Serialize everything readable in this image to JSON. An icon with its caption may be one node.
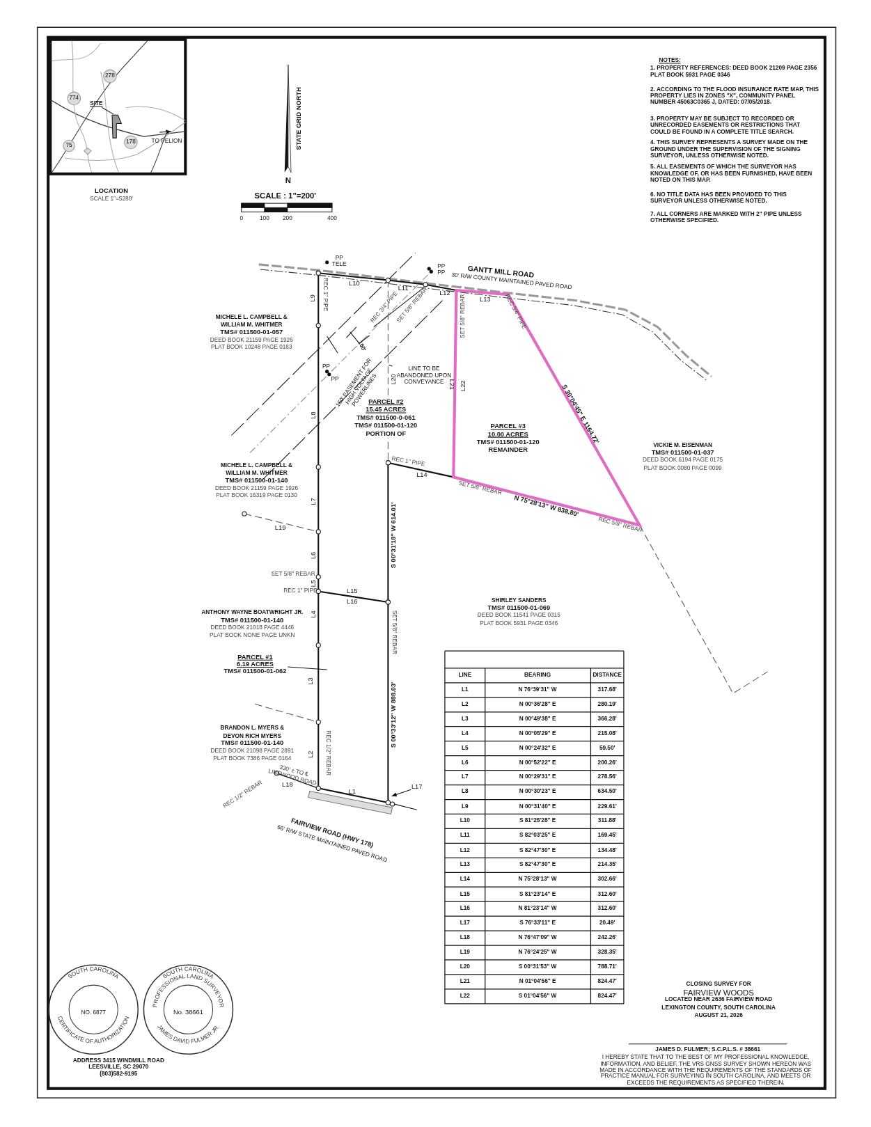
{
  "diagram": {
    "nodes": [
      {
        "text": [
          "PARCEL #1",
          "6.19 ACRES",
          "TMS# 011500-01-062"
        ]
      },
      {
        "text": [
          "SITE"
        ]
      },
      {
        "text": [
          "LINE TO BE ABANDONED UPON CONVEYANCE"
        ]
      },
      {
        "text": [
          "150' EASEMENT FOR HIGH VOLTAGE POWERLINES"
        ]
      },
      {
        "text": [
          "L17"
        ]
      },
      {
        "text": [],
        "shape": "picture"
      }
    ],
    "edges": [
      {
        "from": 0,
        "to": null,
        "arrow": "none"
      },
      {
        "from": 1,
        "to": 5,
        "arrow": "none"
      },
      {
        "from": 2,
        "to": null,
        "arrow": "none"
      },
      {
        "from": 3,
        "to": null,
        "arrow": "none"
      },
      {
        "from": 4,
        "to": null,
        "arrow": "to"
      }
    ],
    "labels": [
      "278",
      "774",
      "75",
      "178",
      "TO PELION",
      "LOCATION",
      "SCALE 1\"=5280'",
      "STATE GRID NORTH",
      "N",
      "SCALE : 1\"=200'",
      "0",
      "100",
      "200",
      "400",
      "NOTES:",
      "1. PROPERTY REFERENCES: DEED BOOK 21209 PAGE 2356 PLAT BOOK 5931 PAGE 0346",
      "2. ACCORDING TO THE FLOOD INSURANCE RATE MAP, THIS PROPERTY LIES IN ZONES \"X\", COMMUNITY PANEL NUMBER 45063C0365 J, DATED: 07/05/2018.",
      "3. PROPERTY MAY BE SUBJECT TO RECORDED OR UNRECORDED EASEMENTS OR RESTRICTIONS THAT COULD BE FOUND IN A COMPLETE TITLE SEARCH.",
      "4. THIS SURVEY REPRESENTS A SURVEY MADE ON THE GROUND UNDER THE SUPERVISION OF THE SIGNING SURVEYOR, UNLESS OTHERWISE NOTED.",
      "5. ALL EASEMENTS OF WHICH THE SURVEYOR HAS KNOWLEDGE OF, OR HAS BEEN FURNISHED, HAVE BEEN NOTED ON THIS MAP.",
      "6. NO TITLE DATA HAS BEEN PROVIDED TO THIS SURVEYOR UNLESS OTHERWISE NOTED.",
      "7. ALL CORNERS ARE MARKED WITH 2\" PIPE UNLESS OTHERWISE SPECIFIED.",
      "PP TELE",
      "PP",
      "PP",
      "GANTT MILL ROAD",
      "30' R/W COUNTY MAINTAINED PAVED ROAD",
      "L10",
      "L11",
      "L12",
      "L13",
      "L9",
      "REC 1\" PIPE",
      "REC 3/4\" PIPE",
      "SET 5/8\" REBAR",
      "SET 5/8\" REBAR",
      "REC 3/4\" PIPE",
      "MICHELE L. CAMPBELL &",
      "WILLIAM M. WHITMER",
      "TMS# 011500-01-057",
      "DEED BOOK 21159 PAGE 1926",
      "PLAT BOOK 10248 PAGE 0183",
      "150'",
      "PP",
      "PP",
      "L20",
      "L21",
      "L22",
      "S 30°04'45\" E 1164.72'",
      "PARCEL #2",
      "15.45 ACRES",
      "TMS# 011500-0-061",
      "TMS# 011500-01-120",
      "PORTION OF",
      "L8",
      "PARCEL #3",
      "10.00 ACRES",
      "TMS# 011500-01-120",
      "REMAINDER",
      "VICKIE M. EISENMAN",
      "TMS# 011500-01-037",
      "DEED BOOK 6194 PAGE 0175",
      "PLAT BOOK 0080 PAGE 0099",
      "REC 1\" PIPE",
      "L14",
      "SET 5/8\" REBAR",
      "N 75°28'13\" W 838.80'",
      "REC 5/8\" REBAR",
      "MICHELE L. CAMPBELL &",
      "WILLIAM M. WHITMER",
      "TMS# 011500-01-140",
      "DEED BOOK 21159 PAGE 1926",
      "PLAT BOOK 16319 PAGE 0130",
      "L7",
      "L19",
      "S 00°31'18\" W 614.01'",
      "L6",
      "SET 5/8\" REBAR",
      "L5",
      "REC 1\" PIPE",
      "L15",
      "L16",
      "SET 5/8\" REBAR",
      "ANTHONY WAYNE BOATWRIGHT JR.",
      "TMS# 011500-01-140",
      "DEED BOOK 21018 PAGE 4446",
      "PLAT BOOK NONE PAGE UNKN",
      "L4",
      "SHIRLEY SANDERS",
      "TMS# 011500-01-069",
      "DEED BOOK 11541 PAGE 0315",
      "PLAT BOOK 5931 PAGE 0346",
      "L3",
      "S 00°33'12\" W 888.03'",
      "BRANDON L. MYERS &",
      "DEVON RICH MYERS",
      "TMS# 011500-01-140",
      "DEED BOOK 21098 PAGE 2891",
      "PLAT BOOK 7386 PAGE 0164",
      "L2",
      "REC 1/2\" REBAR",
      "330' ± TO ℄ LINEWOOD ROAD",
      "REC 1/2\" REBAR",
      "L18",
      "L1",
      "FAIRVIEW ROAD (HWY 178)",
      "66' R/W STATE MAINTAINED PAVED ROAD",
      "LINE",
      "BEARING",
      "DISTANCE",
      "L1",
      "N 76°39'31\" W",
      "317.68'",
      "L2",
      "N 00°36'28\" E",
      "280.19'",
      "L3",
      "N 00°49'38\" E",
      "366.28'",
      "L4",
      "N 00°05'29\" E",
      "215.08'",
      "L5",
      "N 00°24'32\" E",
      "59.50'",
      "L6",
      "N 00°52'22\" E",
      "200.26'",
      "L7",
      "N 00°29'31\" E",
      "278.56'",
      "L8",
      "N 00°30'23\" E",
      "634.50'",
      "L9",
      "N 00°31'40\" E",
      "229.61'",
      "L10",
      "S 81°25'28\" E",
      "311.88'",
      "L11",
      "S 82°03'25\" E",
      "169.45'",
      "L12",
      "S 82°47'30\" E",
      "134.48'",
      "L13",
      "S 82°47'30\" E",
      "214.35'",
      "L14",
      "N 75°28'13\" W",
      "302.66'",
      "L15",
      "S 81°23'14\" E",
      "312.60'",
      "L16",
      "N 81°23'14\" W",
      "312.60'",
      "L17",
      "S 76°33'11\" E",
      "20.49'",
      "L18",
      "N 76°47'09\" W",
      "242.26'",
      "L19",
      "N 76°24'25\" W",
      "328.35'",
      "L20",
      "S 00°31'53\" W",
      "788.71'",
      "L21",
      "N 01°04'56\" E",
      "824.47'",
      "L22",
      "S 01°04'56\" W",
      "824.47'",
      "SOUTH CAROLINA",
      "CERTIFICATE OF AUTHORIZATION",
      "NO. 6877",
      "SOUTH CAROLINA",
      "PROFESSIONAL LAND SURVEYOR",
      "No. 38661",
      "JAMES DAVID FULMER JR.",
      "CLOSING SURVEY FOR",
      "FAIRVIEW WOODS",
      "LOCATED NEAR 2636 FAIRVIEW ROAD",
      "LEXINGTON COUNTY, SOUTH CAROLINA",
      "AUGUST 21, 2026",
      "JAMES D. FULMER; S.C.P.L.S. # 38661",
      "I HEREBY STATE THAT TO THE BEST OF MY PROFESSIONAL KNOWLEDGE, INFORMATION, AND BELIEF, THE VRS GNSS SURVEY SHOWN HEREON WAS MADE IN ACCORDANCE WITH THE REQUIREMENTS OF THE STANDARDS OF PRACTICE MANUAL FOR SURVEYING IN SOUTH CAROLINA, AND MEETS OR EXCEEDS THE REQUIREMENTS AS SPECIFIED THEREIN.",
      "ADDRESS 3415 WINDMILL ROAD",
      "LEESVILLE, SC 29070",
      "(803)582-9195"
    ]
  }
}
